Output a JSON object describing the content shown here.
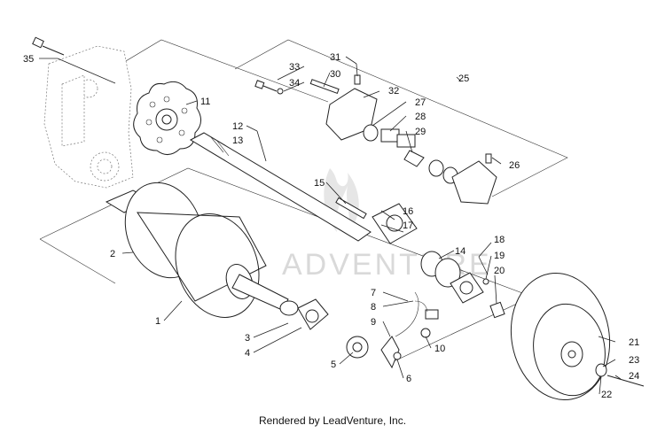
{
  "watermark": "ADVENTURE",
  "credit": "Rendered by LeadVenture, Inc.",
  "callouts": {
    "c1": "1",
    "c2": "2",
    "c3": "3",
    "c4": "4",
    "c5": "5",
    "c6": "6",
    "c7": "7",
    "c8": "8",
    "c9": "9",
    "c10": "10",
    "c11": "11",
    "c12": "12",
    "c13": "13",
    "c14": "14",
    "c15": "15",
    "c16": "16",
    "c17": "17",
    "c18": "18",
    "c19": "19",
    "c20": "20",
    "c21": "21",
    "c22": "22",
    "c23": "23",
    "c24": "24",
    "c25": "25",
    "c26": "26",
    "c27": "27",
    "c28": "28",
    "c29": "29",
    "c30": "30",
    "c31": "31",
    "c32": "32",
    "c33": "33",
    "c34": "34",
    "c35": "35"
  }
}
